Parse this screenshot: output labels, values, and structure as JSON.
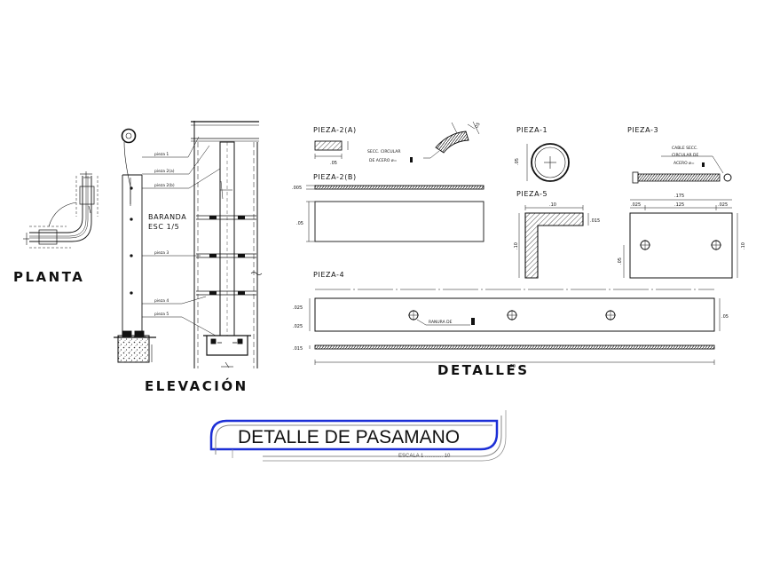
{
  "labels": {
    "planta": "PLANTA",
    "elevacion": "ELEVACIÓN",
    "detalles": "DETALLES",
    "baranda_1": "BARANDA",
    "baranda_2": "ESC 1/5",
    "pieza_1_callout": "pieza 1",
    "pieza_2a_callout": "pieza 2(a)",
    "pieza_2b_callout": "pieza 2(b)",
    "pieza_3_callout": "pieza 3",
    "pieza_4_callout": "pieza 4",
    "pieza_5_callout": "pieza 5",
    "pieza_2a": "PIEZA-2(A)",
    "pieza_2b": "PIEZA-2(B)",
    "pieza_1": "PIEZA-1",
    "pieza_3": "PIEZA-3",
    "pieza_4": "PIEZA-4",
    "pieza_5": "PIEZA-5",
    "pieza_2a_note_1": "SECC. CIRCULAR",
    "pieza_2a_note_2": "DE ACERO ø=",
    "pieza_3_note_1": "CABLE SECC.",
    "pieza_3_note_2": "CIRCULAR DE",
    "pieza_3_note_3": "ACERO ø=",
    "ranura": "RANURA DE"
  },
  "dims": {
    "d_05_a": ".05",
    "d_05_b": ".05",
    "d_005": ".005",
    "d_05_c": ".05",
    "d_10_a": ".10",
    "d_015": ".015",
    "d_10_b": ".10",
    "d_175": ".175",
    "d_025_a": ".025",
    "d_125": ".125",
    "d_025_b": ".025",
    "d_10_c": ".10",
    "d_05_d": ".05",
    "d_025_c": ".025",
    "d_025_d": ".025",
    "d_05_e": ".05",
    "d_015_b": ".015",
    "d_70": ".70"
  },
  "title_block": {
    "title": "DETALLE DE PASAMANO",
    "scale": "ESCALA 1 ............ 10",
    "accent_color": "#1c2fd6"
  }
}
